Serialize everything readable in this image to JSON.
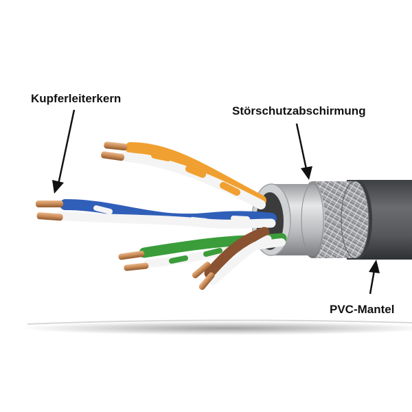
{
  "labels": {
    "core": "Kupferleiterkern",
    "shield": "Störschutzabschirmung",
    "jacket": "PVC-Mantel"
  },
  "colors": {
    "jacket": "#5c5e62",
    "foil": "#c9cbcd",
    "braid": "#b8babd",
    "copper": "#c98a55",
    "orange": "#f0a030",
    "blue": "#2f5fb8",
    "green": "#3a9d3a",
    "brown": "#8a5230",
    "white": "#f4f4f4",
    "arrow": "#111111"
  }
}
